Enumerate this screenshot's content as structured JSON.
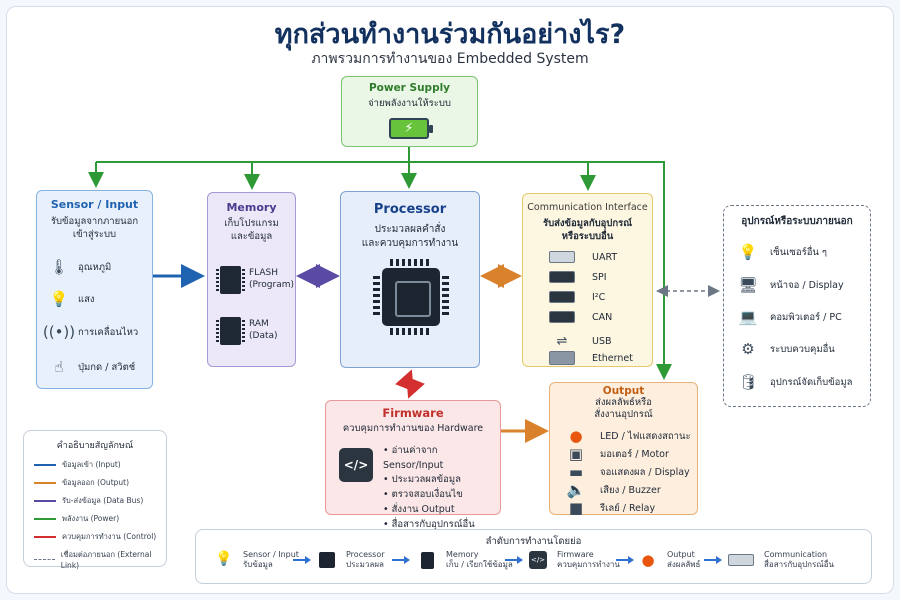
{
  "header": {
    "title": "ทุกส่วนทำงานร่วมกันอย่างไร?",
    "subtitle": "ภาพรวมการทำงานของ Embedded System"
  },
  "colors": {
    "input": "#1f62b0",
    "output": "#d9822b",
    "data_bus": "#5b4aa3",
    "power": "#2f9a35",
    "control": "#d32f2f",
    "external": "#6b7785"
  },
  "power": {
    "title": "Power Supply",
    "desc": "จ่ายพลังงานให้ระบบ",
    "icon": "battery-icon"
  },
  "sensor": {
    "title": "Sensor / Input",
    "desc": "รับข้อมูลจากภายนอก\nเข้าสู่ระบบ",
    "items": [
      {
        "label": "อุณหภูมิ",
        "icon": "thermometer-icon"
      },
      {
        "label": "แสง",
        "icon": "light-bulb-icon"
      },
      {
        "label": "การเคลื่อนไหว",
        "icon": "motion-icon"
      },
      {
        "label": "ปุ่มกด / สวิตช์",
        "icon": "touch-icon"
      }
    ]
  },
  "memory": {
    "title": "Memory",
    "desc": "เก็บโปรแกรม\nและข้อมูล",
    "items": [
      {
        "name": "FLASH",
        "sub": "(Program)"
      },
      {
        "name": "RAM",
        "sub": "(Data)"
      }
    ]
  },
  "processor": {
    "title": "Processor",
    "desc": "ประมวลผลคำสั่ง\nและควบคุมการทำงาน",
    "icon": "cpu-icon"
  },
  "comm": {
    "title": "Communication Interface",
    "desc": "รับส่งข้อมูลกับอุปกรณ์\nหรือระบบอื่น",
    "items": [
      "UART",
      "SPI",
      "I²C",
      "CAN",
      "USB",
      "Ethernet"
    ]
  },
  "external": {
    "title": "อุปกรณ์หรือระบบภายนอก",
    "items": [
      {
        "label": "เซ็นเซอร์อื่น ๆ",
        "icon": "sensor-icon"
      },
      {
        "label": "หน้าจอ / Display",
        "icon": "monitor-icon"
      },
      {
        "label": "คอมพิวเตอร์ / PC",
        "icon": "laptop-icon"
      },
      {
        "label": "ระบบควบคุมอื่น",
        "icon": "gear-icon"
      },
      {
        "label": "อุปกรณ์จัดเก็บข้อมูล",
        "icon": "database-icon"
      }
    ]
  },
  "firmware": {
    "title": "Firmware",
    "desc": "ควบคุมการทำงานของ Hardware",
    "icon": "code-icon",
    "items": [
      "อ่านค่าจาก Sensor/Input",
      "ประมวลผลข้อมูล",
      "ตรวจสอบเงื่อนไข",
      "สั่งงาน Output",
      "สื่อสารกับอุปกรณ์อื่น"
    ]
  },
  "output": {
    "title": "Output",
    "desc": "ส่งผลลัพธ์หรือ\nสั่งงานอุปกรณ์",
    "items": [
      {
        "label": "LED / ไฟแสดงสถานะ",
        "icon": "led-icon"
      },
      {
        "label": "มอเตอร์ / Motor",
        "icon": "motor-icon"
      },
      {
        "label": "จอแสดงผล / Display",
        "icon": "display-icon"
      },
      {
        "label": "เสียง / Buzzer",
        "icon": "speaker-icon"
      },
      {
        "label": "รีเลย์ / Relay",
        "icon": "relay-icon"
      }
    ]
  },
  "legend": {
    "title": "คำอธิบายสัญลักษณ์",
    "items": [
      {
        "label": "ข้อมูลเข้า (Input)",
        "kind": "input"
      },
      {
        "label": "ข้อมูลออก (Output)",
        "kind": "output"
      },
      {
        "label": "รับ-ส่งข้อมูล (Data Bus)",
        "kind": "bus"
      },
      {
        "label": "พลังงาน (Power)",
        "kind": "power"
      },
      {
        "label": "ควบคุมการทำงาน (Control)",
        "kind": "control"
      },
      {
        "label": "เชื่อมต่อภายนอก (External Link)",
        "kind": "external"
      }
    ]
  },
  "flow": {
    "title": "ลำดับการทำงานโดยย่อ",
    "steps": [
      {
        "name": "Sensor / Input",
        "sub": "รับข้อมูล",
        "icon": "light-bulb-icon"
      },
      {
        "name": "Processor",
        "sub": "ประมวลผล",
        "icon": "cpu-icon"
      },
      {
        "name": "Memory",
        "sub": "เก็บ / เรียกใช้ข้อมูล",
        "icon": "chip-icon"
      },
      {
        "name": "Firmware",
        "sub": "ควบคุมการทำงาน",
        "icon": "code-icon"
      },
      {
        "name": "Output",
        "sub": "ส่งผลลัพธ์",
        "icon": "led-icon"
      },
      {
        "name": "Communication",
        "sub": "สื่อสารกับอุปกรณ์อื่น",
        "icon": "port-icon"
      }
    ]
  }
}
